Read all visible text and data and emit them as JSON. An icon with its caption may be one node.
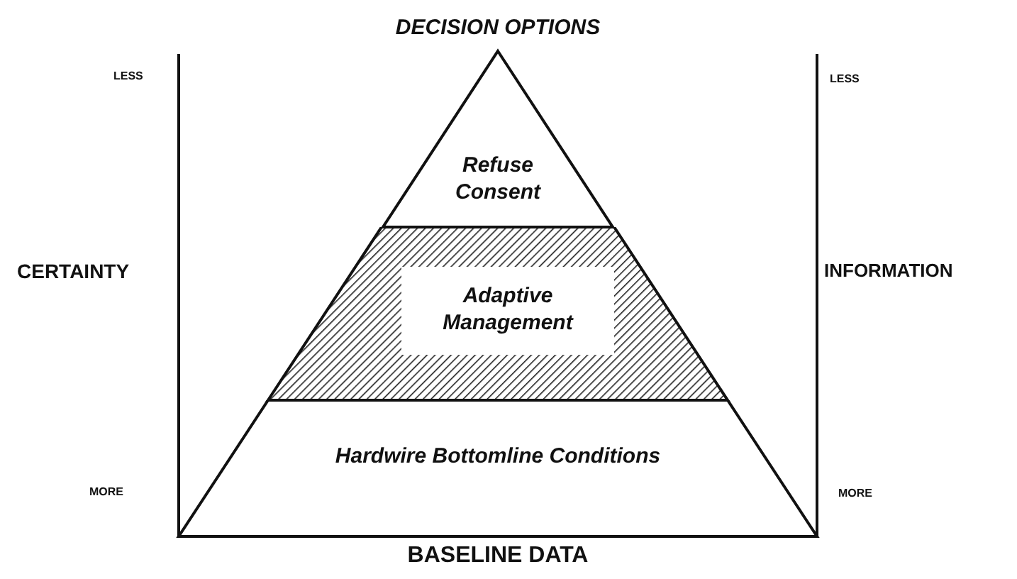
{
  "diagram": {
    "nodes": [
      {
        "text": [
          "Refuse Consent"
        ]
      },
      {
        "text": [
          "Adaptive Management"
        ]
      },
      {
        "text": [
          "Hardwire Bottomline Conditions"
        ]
      }
    ],
    "labels": [
      "DECISION OPTIONS",
      "LESS",
      "LESS",
      "CERTAINTY",
      "INFORMATION",
      "MORE",
      "MORE",
      "BASELINE DATA"
    ]
  }
}
